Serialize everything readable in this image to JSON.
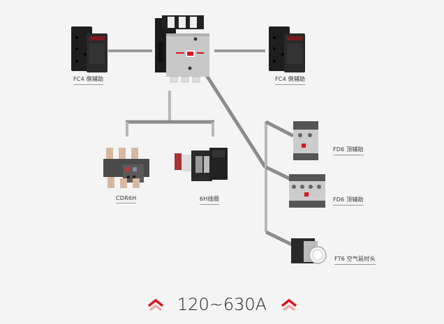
{
  "diagram": {
    "title": "Contactor accessories diagram",
    "components": {
      "main_contactor": {
        "name": "Contactor",
        "label": ""
      },
      "side_aux_left": {
        "label": "FC4 侧辅助"
      },
      "side_aux_right": {
        "label": "FC4 侧辅助"
      },
      "overload_relay": {
        "label": "CDR6H"
      },
      "coil": {
        "label": "6H线圈"
      },
      "top_aux_2": {
        "label": "FD6 顶辅助"
      },
      "top_aux_4": {
        "label": "FD6 顶辅助"
      },
      "air_timer": {
        "label": "FT6 空气延时头"
      }
    },
    "range_label": "120~630A",
    "colors": {
      "background": "#f4f4f4",
      "connector": "#9a9a9a",
      "accent_red": "#d9141e",
      "text": "#222222"
    },
    "icons": {
      "chevron": "double-chevron-up-icon"
    }
  }
}
